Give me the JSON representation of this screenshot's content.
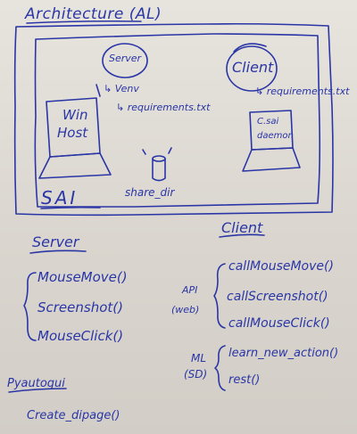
{
  "title": "Architecture (AL)",
  "top_box": {
    "server_bubble": "Server",
    "client_bubble": "Client",
    "server_arrow_note": "↳ Venv",
    "server_requirements": "↳ requirements.txt",
    "client_requirements": "↳ requirements.txt",
    "win_host": [
      "Win",
      "Host"
    ],
    "sai_daemon": [
      "C.sai",
      "daemon"
    ],
    "share_dir": "share_dir",
    "sai_label": "SAI"
  },
  "server_section": {
    "heading": "Server",
    "methods": [
      "MouseMove()",
      "Screenshot()",
      "MouseClick()"
    ]
  },
  "client_section": {
    "heading": "Client",
    "api_label": [
      "API",
      "(web)"
    ],
    "api_methods": [
      "callMouseMove()",
      "callScreenshot()",
      "callMouseClick()"
    ],
    "ml_label": [
      "ML",
      "(SD)"
    ],
    "ml_methods": [
      "learn_new_action()",
      "rest()"
    ]
  },
  "extra": {
    "heading": "Pyautogui",
    "method": "Create_dipage()"
  }
}
